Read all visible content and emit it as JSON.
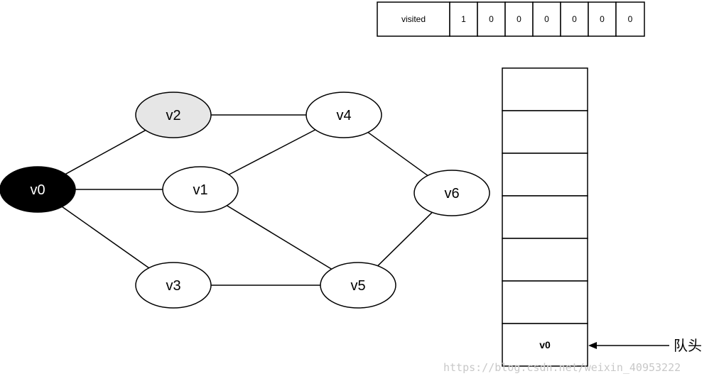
{
  "visited": {
    "header": "visited",
    "values": [
      "1",
      "0",
      "0",
      "0",
      "0",
      "0",
      "0"
    ]
  },
  "graph": {
    "nodes": [
      {
        "id": "v0",
        "label": "v0",
        "state": "current"
      },
      {
        "id": "v1",
        "label": "v1",
        "state": "unvisited"
      },
      {
        "id": "v2",
        "label": "v2",
        "state": "highlighted"
      },
      {
        "id": "v3",
        "label": "v3",
        "state": "unvisited"
      },
      {
        "id": "v4",
        "label": "v4",
        "state": "unvisited"
      },
      {
        "id": "v5",
        "label": "v5",
        "state": "unvisited"
      },
      {
        "id": "v6",
        "label": "v6",
        "state": "unvisited"
      }
    ],
    "edges": [
      [
        "v0",
        "v2"
      ],
      [
        "v0",
        "v1"
      ],
      [
        "v0",
        "v3"
      ],
      [
        "v2",
        "v4"
      ],
      [
        "v1",
        "v4"
      ],
      [
        "v1",
        "v5"
      ],
      [
        "v3",
        "v5"
      ],
      [
        "v4",
        "v6"
      ],
      [
        "v5",
        "v6"
      ]
    ]
  },
  "queue": {
    "cells": [
      "",
      "",
      "",
      "",
      "",
      "",
      "v0"
    ],
    "head_label": "队头"
  },
  "colors": {
    "current_fill": "#000000",
    "current_text": "#ffffff",
    "highlighted_fill": "#e6e6e6",
    "default_fill": "#ffffff",
    "stroke": "#000000",
    "watermark": "#c8c8c8"
  },
  "watermark": "https://blog.csdn.net/weixin_40953222"
}
